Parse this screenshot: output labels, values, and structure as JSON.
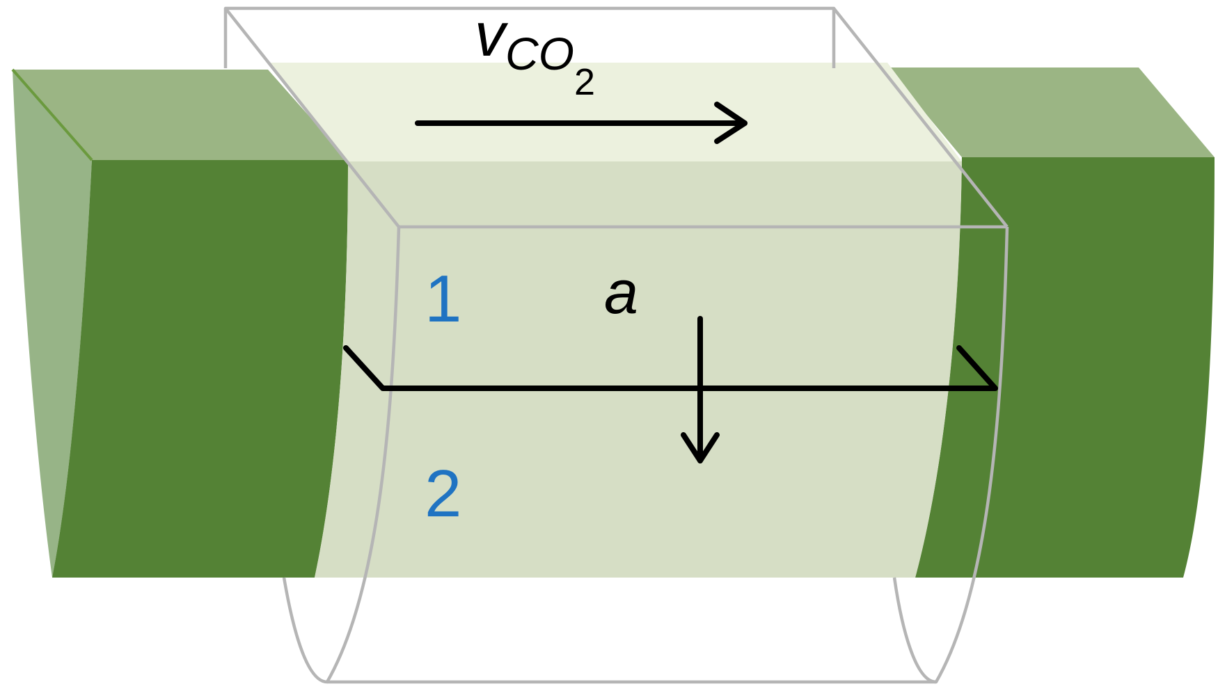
{
  "labels": {
    "velocity_symbol": "v",
    "velocity_subscript": "CO",
    "velocity_subscript_index": "2",
    "acceleration": "a",
    "region_1": "1",
    "region_2": "2"
  },
  "colors": {
    "background": "#ffffff",
    "tube_front": "#548235",
    "tube_top": "#9bb584",
    "tube_side": "#97b487",
    "tube_edge": "#6b9a3e",
    "inner_front": "#d6dec5",
    "inner_top": "#ecf1de",
    "frame": "#b5b5b5",
    "arrow": "#000000",
    "region_text": "#1f73c2"
  }
}
